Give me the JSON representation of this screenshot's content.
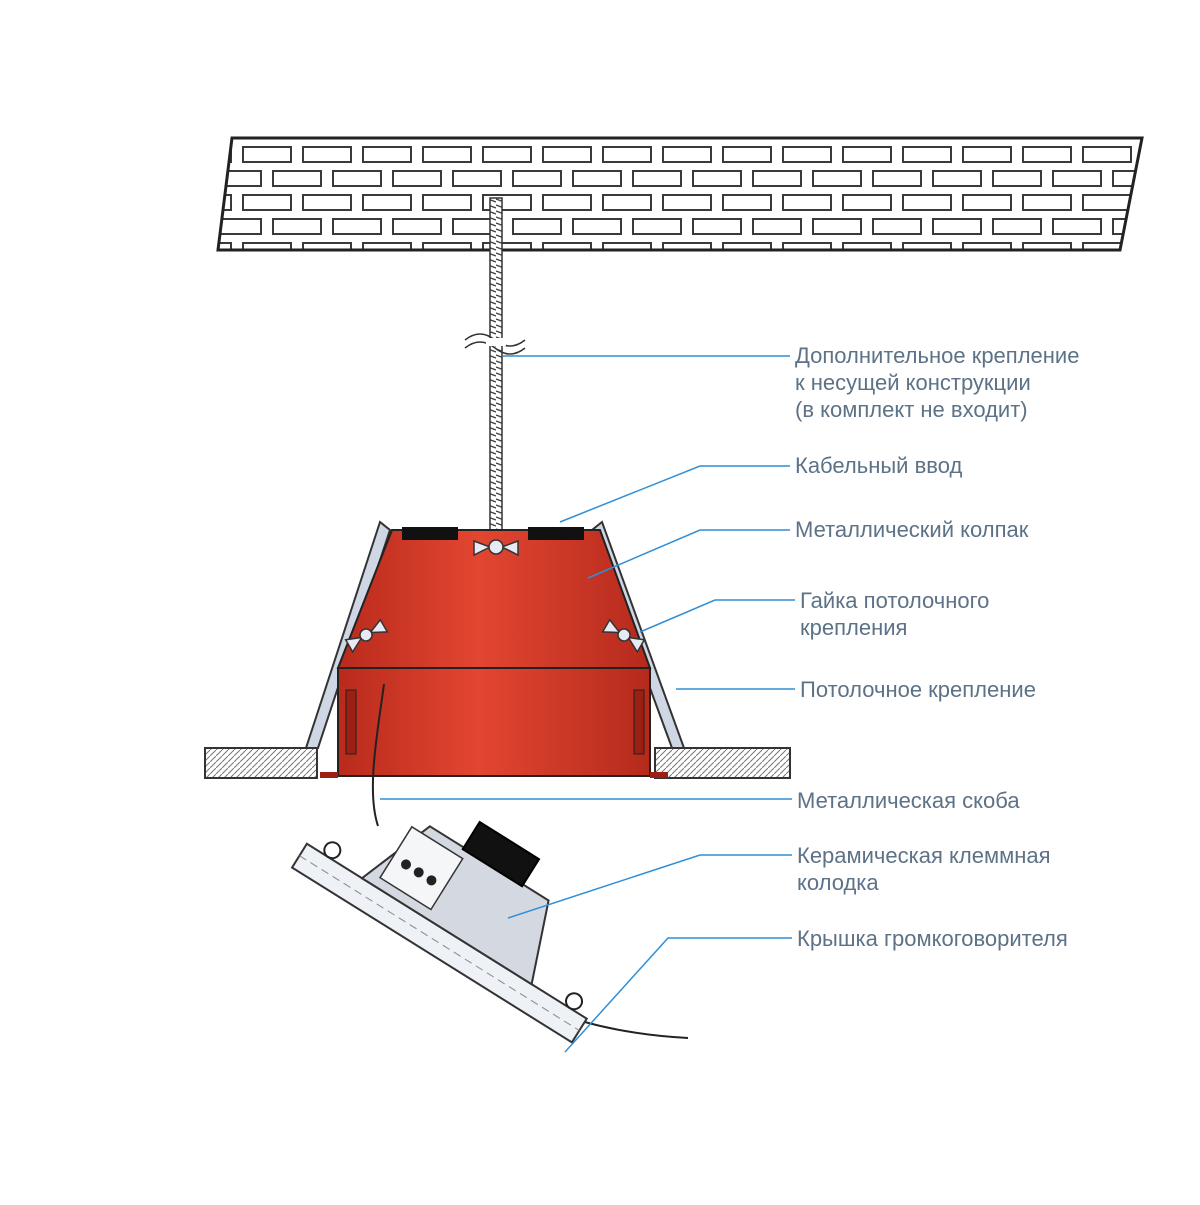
{
  "callouts": [
    {
      "lines": [
        "Дополнительное крепление",
        "к несущей конструкции",
        "(в комплект не входит)"
      ]
    },
    {
      "lines": [
        "Кабельный ввод"
      ]
    },
    {
      "lines": [
        "Металлический колпак"
      ]
    },
    {
      "lines": [
        "Гайка потолочного",
        "крепления"
      ]
    },
    {
      "lines": [
        "Потолочное крепление"
      ]
    },
    {
      "lines": [
        "Металлическая скоба"
      ]
    },
    {
      "lines": [
        "Керамическая клеммная",
        "колодка"
      ]
    },
    {
      "lines": [
        "Крышка громкоговорителя"
      ]
    }
  ],
  "colors": {
    "label_text": "#5d7286",
    "leader_line": "#2f8fd8",
    "housing_red": "#d93a28",
    "brick_outline": "#3a3a3a"
  }
}
